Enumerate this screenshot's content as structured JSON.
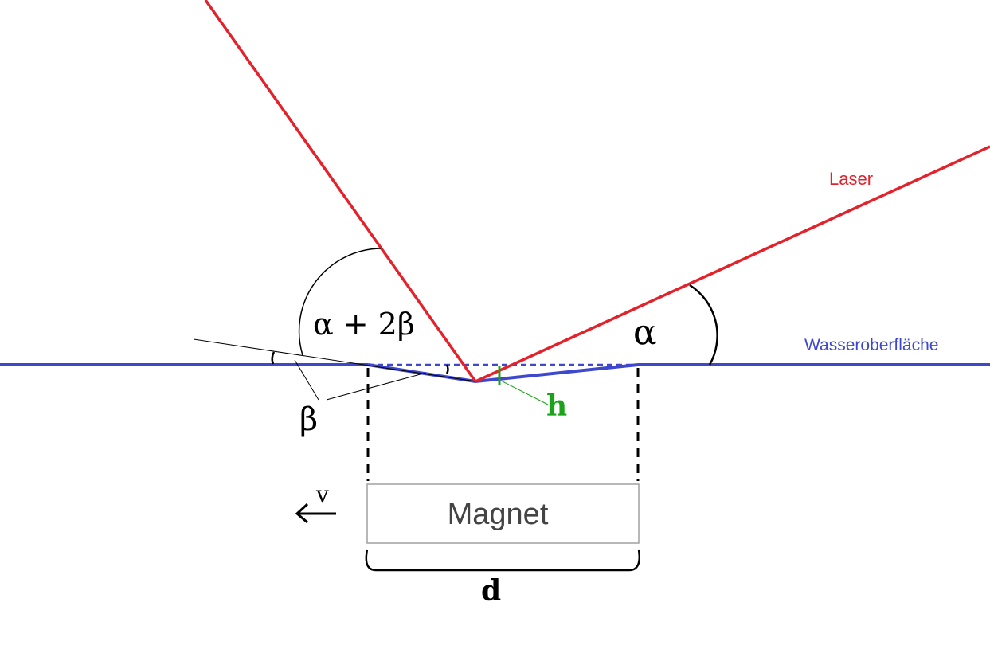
{
  "labels": {
    "laser": "Laser",
    "surface": "Wasseroberfläche",
    "magnet": "Magnet",
    "angle_top": "α + 2β",
    "angle_alpha": "α",
    "angle_beta": "β",
    "depth": "h",
    "width": "d",
    "velocity": "v"
  },
  "colors": {
    "laser": "#e3222b",
    "surface": "#3f48cc",
    "depth": "#1aa31a",
    "ink": "#000000",
    "magnet_border": "#a0a0a0",
    "magnet_text": "#444444"
  }
}
